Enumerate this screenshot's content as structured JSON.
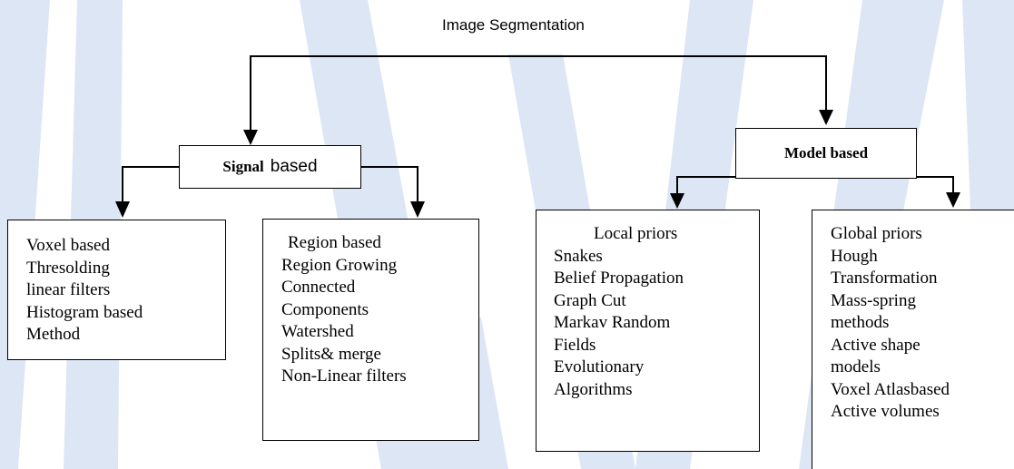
{
  "title": "Image Segmentation",
  "signal": {
    "bold": "Signal",
    "rest": "based"
  },
  "model": {
    "label": "Model based"
  },
  "voxel": {
    "items": [
      "Voxel based",
      "Thresolding",
      "linear filters",
      "Histogram based",
      "Method"
    ]
  },
  "region": {
    "heading": "Region based",
    "items": [
      "Region Growing",
      "Connected",
      "Components",
      "Watershed",
      "Splits& merge",
      "Non-Linear filters"
    ]
  },
  "local": {
    "heading": "Local priors",
    "items": [
      "Snakes",
      "Belief Propagation",
      "Graph Cut",
      "Markav Random",
      "Fields",
      "Evolutionary",
      "Algorithms"
    ]
  },
  "global": {
    "heading": "Global priors",
    "items": [
      "Hough",
      "Transformation",
      "Mass-spring",
      "methods",
      "Active shape",
      "models",
      "Voxel Atlasbased",
      "Active volumes"
    ]
  },
  "colors": {
    "watermark": "#dde6f4",
    "line": "#000000"
  }
}
